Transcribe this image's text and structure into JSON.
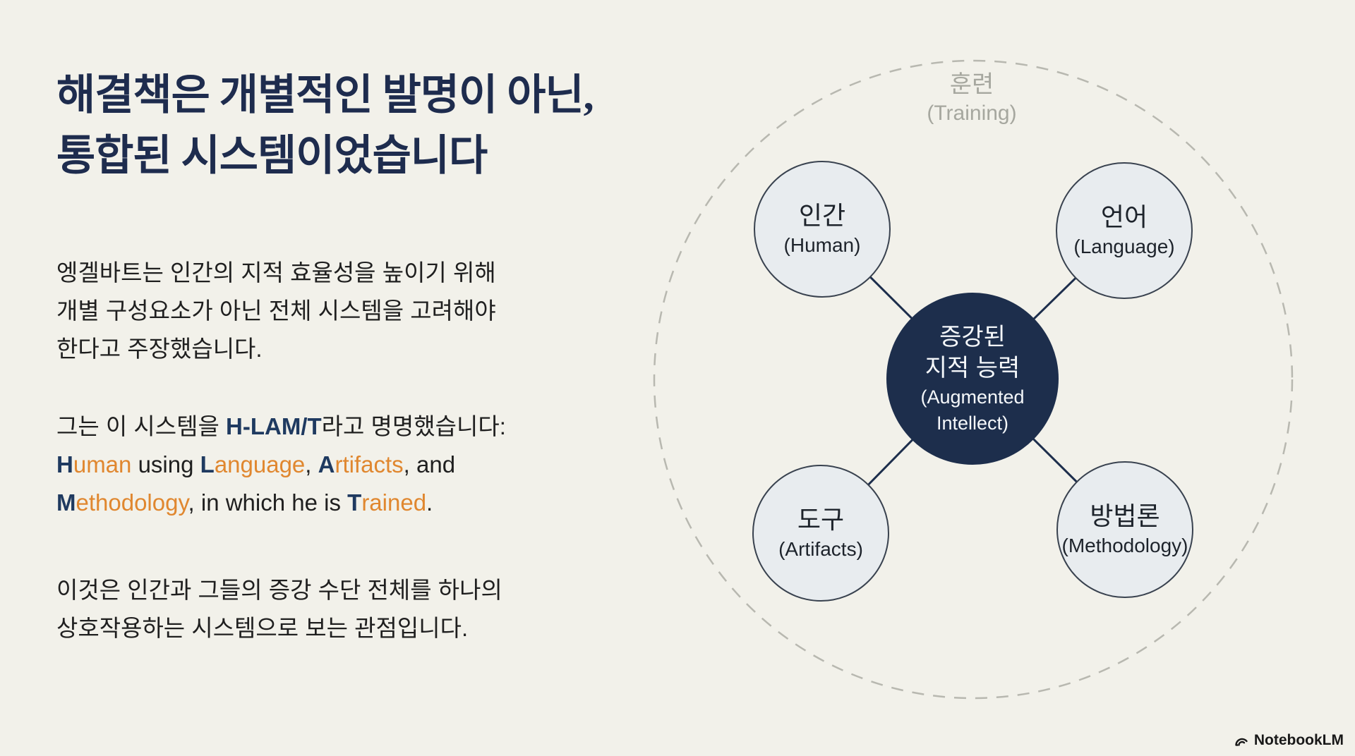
{
  "content": {
    "title_lines": [
      "해결책은 개별적인 발명이 아닌,",
      "통합된 시스템이었습니다"
    ],
    "paragraph1_lines": [
      "엥겔바트는 인간의 지적 효율성을 높이기 위해",
      "개별 구성요소가 아닌 전체 시스템을 고려해야",
      "한다고 주장했습니다."
    ],
    "naming_line": {
      "prefix": "그는 이 시스템을 ",
      "acronym": "H-LAM/T",
      "suffix": "라고 명명했습니다:"
    },
    "hlamt_line1": [
      {
        "t": "H"
      },
      {
        "t": "uman"
      },
      {
        "t": " using "
      },
      {
        "t": "L"
      },
      {
        "t": "anguage"
      },
      {
        "t": ", "
      },
      {
        "t": "A"
      },
      {
        "t": "rtifacts"
      },
      {
        "t": ", and"
      }
    ],
    "hlamt_line2": [
      {
        "t": "M"
      },
      {
        "t": "ethodology"
      },
      {
        "t": ", in which he is "
      },
      {
        "t": "T"
      },
      {
        "t": "rained"
      },
      {
        "t": "."
      }
    ],
    "paragraph3_lines": [
      "이것은 인간과 그들의 증강 수단 전체를 하나의",
      "상호작용하는 시스템으로 보는 관점입니다."
    ]
  },
  "diagram": {
    "outer_ring_label": {
      "ko": "훈련",
      "en": "(Training)"
    },
    "center_node": {
      "ko_line1": "증강된",
      "ko_line2": "지적 능력",
      "en_line1": "(Augmented",
      "en_line2": "Intellect)"
    },
    "nodes": [
      {
        "ko": "인간",
        "en": "(Human)"
      },
      {
        "ko": "언어",
        "en": "(Language)"
      },
      {
        "ko": "도구",
        "en": "(Artifacts)"
      },
      {
        "ko": "방법론",
        "en": "(Methodology)"
      }
    ]
  },
  "footer": {
    "brand": "NotebookLM"
  },
  "colors": {
    "background": "#f2f1ea",
    "title_navy": "#1e2c4e",
    "body_text": "#1f1f1f",
    "accent_orange": "#e0872f",
    "initial_navy": "#1f3a60",
    "center_circle": "#1d2e4c",
    "satellite_fill": "#e8ecef",
    "satellite_stroke": "#39424f",
    "dashed_ring": "#b8b8b0",
    "training_gray": "#a6a79f"
  }
}
